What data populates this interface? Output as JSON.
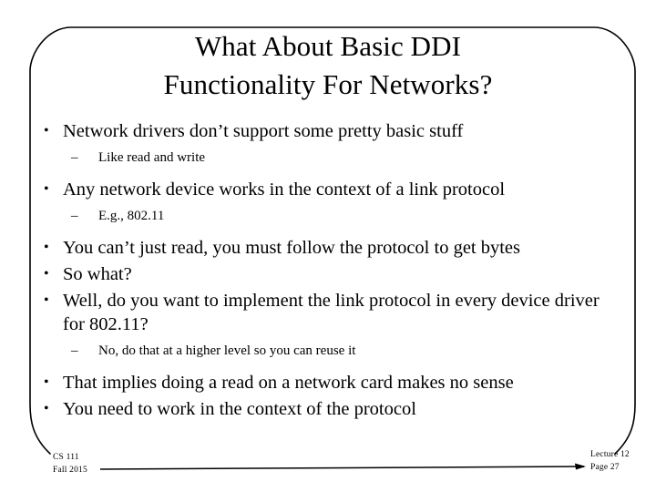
{
  "slide": {
    "title_lines": [
      "What About Basic DDI",
      "Functionality For Networks?"
    ],
    "bullet_char": "•",
    "dash_char": "–",
    "content": [
      {
        "level": 1,
        "text": "Network drivers don’t support some pretty basic stuff"
      },
      {
        "level": 2,
        "text": "Like read and write"
      },
      {
        "level": 1,
        "text": "Any network device works in the context of a link protocol"
      },
      {
        "level": 2,
        "text": "E.g., 802.11"
      },
      {
        "level": 1,
        "text": "You can’t just read, you must follow the protocol to get bytes"
      },
      {
        "level": 1,
        "text": "So what?"
      },
      {
        "level": 1,
        "text": "Well, do you want to implement the link protocol in every device driver for 802.11?"
      },
      {
        "level": 2,
        "text": "No, do that at a higher level so you can reuse it"
      },
      {
        "level": 1,
        "text": "That implies doing a read on a network card makes no sense"
      },
      {
        "level": 1,
        "text": "You need to work in the context of the protocol"
      }
    ],
    "footer": {
      "course": "CS 111",
      "term": "Fall 2015",
      "lecture": "Lecture 12",
      "page": "Page 27"
    },
    "colors": {
      "background": "#ffffff",
      "text": "#000000",
      "frame": "#000000"
    }
  }
}
